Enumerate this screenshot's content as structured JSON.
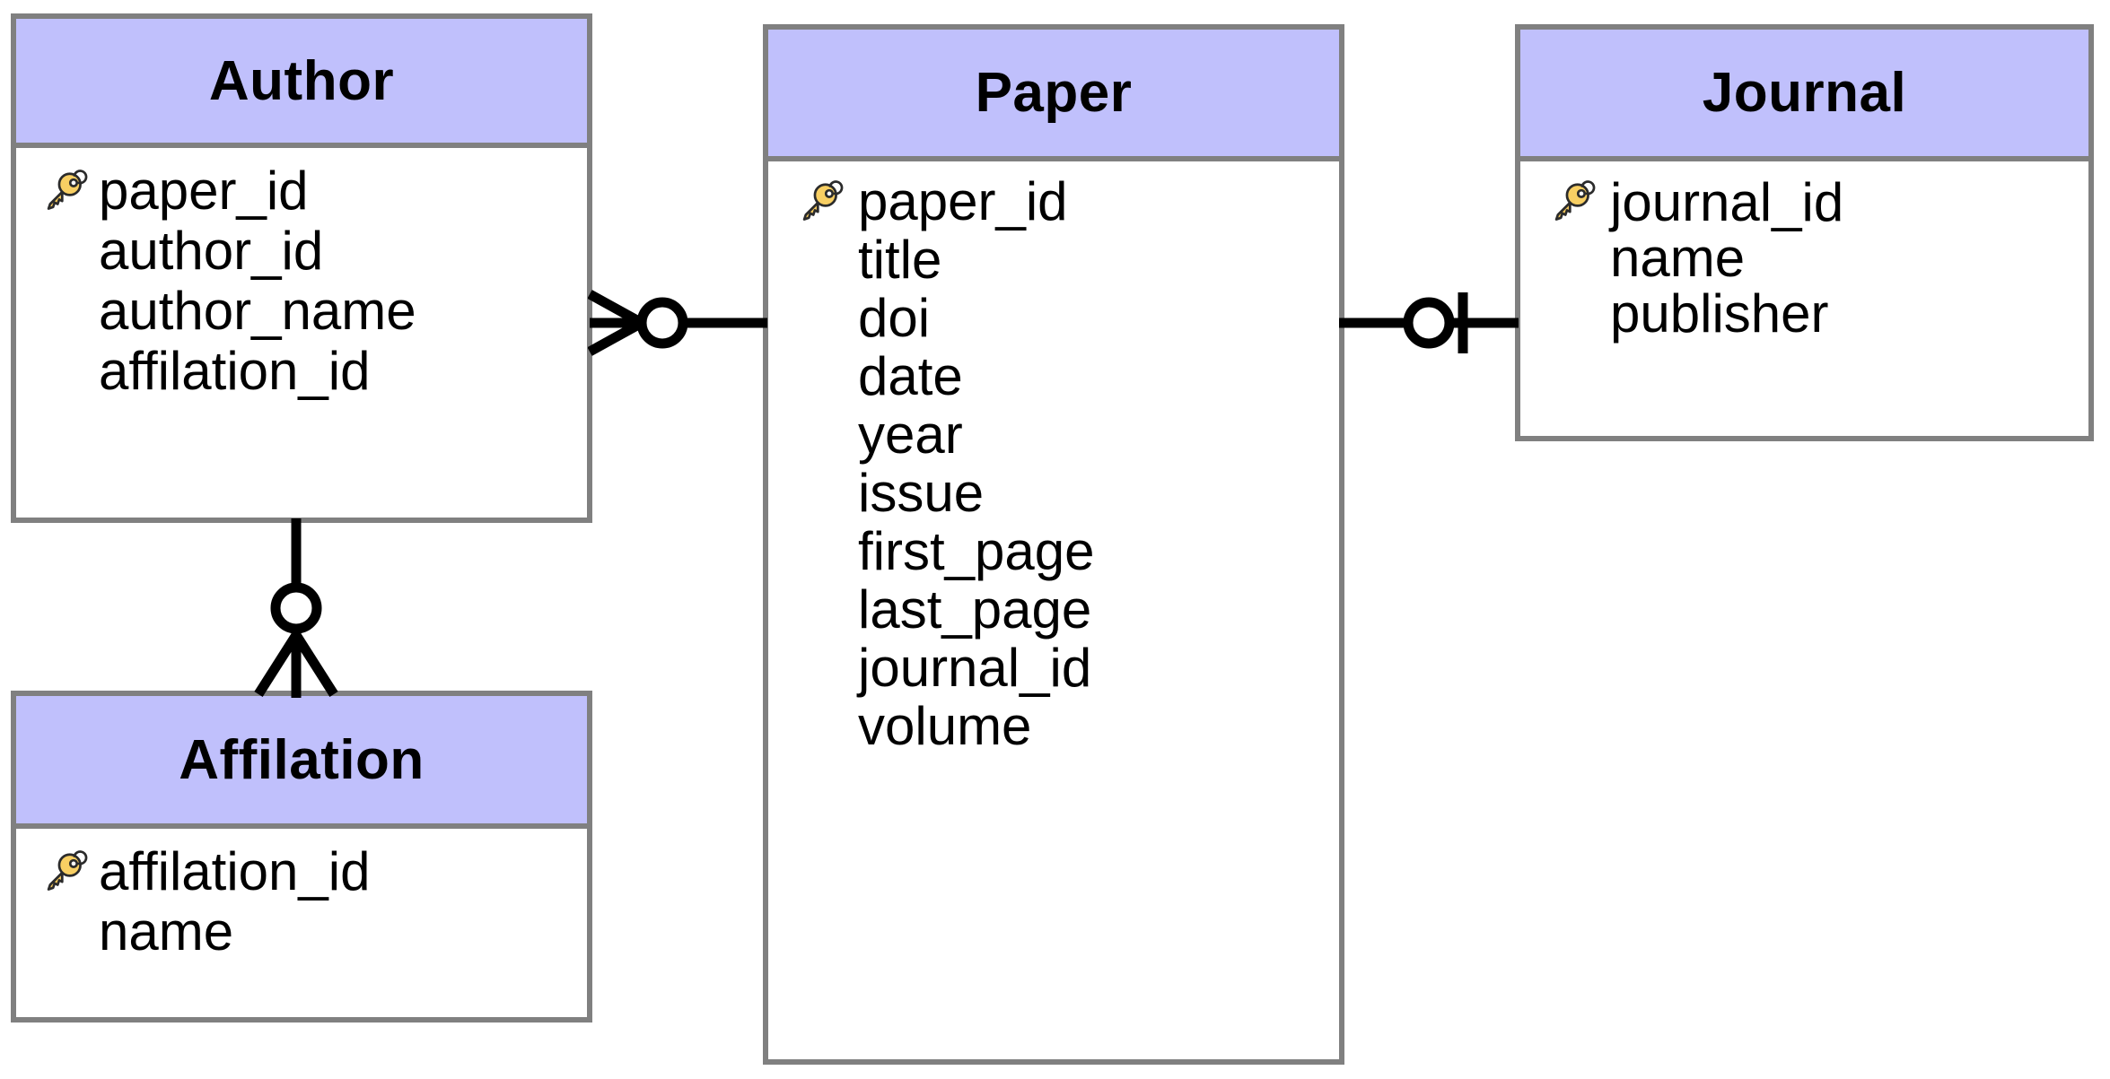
{
  "diagram": {
    "type": "entity-relationship-diagram",
    "notation": "crow's foot",
    "colors": {
      "header_fill": "#c0c0fc",
      "body_fill": "#ffffff",
      "border": "#808080",
      "text": "#000000",
      "key_icon": "#f6cf65",
      "connector": "#000000"
    }
  },
  "entities": [
    {
      "id": "author",
      "title": "Author",
      "attributes": [
        {
          "name": "paper_id",
          "key": true
        },
        {
          "name": "author_id",
          "key": false
        },
        {
          "name": "author_name",
          "key": false
        },
        {
          "name": "affilation_id",
          "key": false
        }
      ]
    },
    {
      "id": "paper",
      "title": "Paper",
      "attributes": [
        {
          "name": "paper_id",
          "key": true
        },
        {
          "name": "title",
          "key": false
        },
        {
          "name": "doi",
          "key": false
        },
        {
          "name": "date",
          "key": false
        },
        {
          "name": "year",
          "key": false
        },
        {
          "name": "issue",
          "key": false
        },
        {
          "name": "first_page",
          "key": false
        },
        {
          "name": "last_page",
          "key": false
        },
        {
          "name": "journal_id",
          "key": false
        },
        {
          "name": "volume",
          "key": false
        }
      ]
    },
    {
      "id": "journal",
      "title": "Journal",
      "attributes": [
        {
          "name": "journal_id",
          "key": true
        },
        {
          "name": "name",
          "key": false
        },
        {
          "name": "publisher",
          "key": false
        }
      ]
    },
    {
      "id": "affilation",
      "title": "Affilation",
      "attributes": [
        {
          "name": "affilation_id",
          "key": true
        },
        {
          "name": "name",
          "key": false
        }
      ]
    }
  ],
  "relationships": [
    {
      "id": "author-paper",
      "from": "author",
      "to": "paper",
      "from_cardinality": "zero-or-many",
      "to_cardinality": "one",
      "orientation": "horizontal"
    },
    {
      "id": "paper-journal",
      "from": "paper",
      "to": "journal",
      "from_cardinality": "one",
      "to_cardinality": "zero-or-one",
      "orientation": "horizontal"
    },
    {
      "id": "author-affilation",
      "from": "author",
      "to": "affilation",
      "from_cardinality": "zero-or-one",
      "to_cardinality": "many",
      "orientation": "vertical"
    }
  ]
}
